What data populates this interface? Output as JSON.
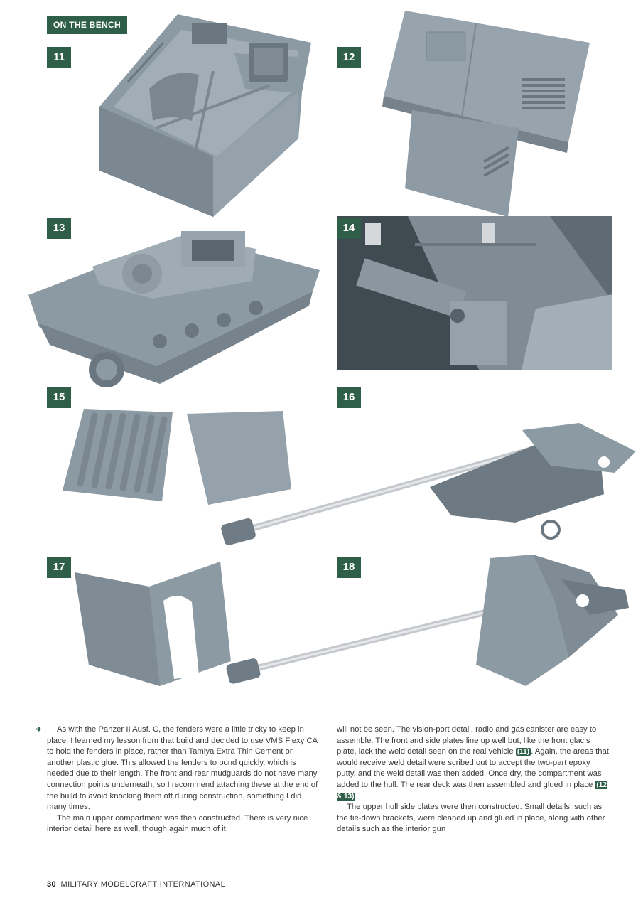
{
  "section_tag": "ON THE BENCH",
  "figures": [
    "11",
    "12",
    "13",
    "14",
    "15",
    "16",
    "17",
    "18"
  ],
  "body": {
    "col1": {
      "p1": "As with the Panzer II Ausf. C, the fenders were a little tricky to keep in place. I learned my lesson from that build and decided to use VMS Flexy CA to hold the fenders in place, rather than Tamiya Extra Thin Cement or another plastic glue. This allowed the fenders to bond quickly, which is needed due to their length. The front and rear mudguards do not have many connection points underneath, so I recommend attaching these at the end of the build to avoid knocking them off during construction, something I did many times.",
      "p2": "The main upper compartment was then constructed. There is very nice interior detail here as well, though again much of it"
    },
    "col2": {
      "p1_a": "will not be seen. The vision-port detail, radio and gas canister are easy to assemble. The front and side plates line up well but, like the front glacis plate, lack the weld detail seen on the real vehicle ",
      "ref1": "(11)",
      "p1_b": ". Again, the areas that would receive weld detail were scribed out to accept the two-part epoxy putty, and the weld detail was then added. Once dry, the compartment was added to the hull. The rear deck was then assembled and glued in place ",
      "ref2": "(12 & 13)",
      "p1_c": ".",
      "p2": "The upper hull side plates were then constructed. Small details, such as the tie-down brackets, were cleaned up and glued in place, along with other details such as the interior gun"
    }
  },
  "footer": {
    "page_number": "30",
    "publication": "MILITARY MODELCRAFT INTERNATIONAL"
  },
  "colors": {
    "accent": "#2f5f49",
    "model_grey": "#8c9aa3",
    "model_dark": "#6a7780",
    "barrel": "#c4c8cc"
  }
}
